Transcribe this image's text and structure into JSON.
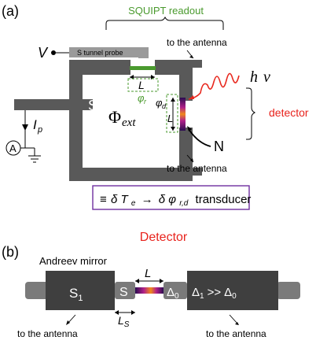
{
  "colors": {
    "squipt_green": "#4a9a2e",
    "detector_red": "#e8231d",
    "photon_red": "#e8281e",
    "transducer_box": "#6f2f9f",
    "superconductor_gray": "#595959",
    "lead_gray": "#7a7a7a",
    "probe_gray": "#9a9a9a"
  },
  "panel_a": {
    "tag": "(a)",
    "squipt_readout": "SQUIPT readout",
    "voltage_label": "V",
    "probe_label": "S tunnel probe",
    "antenna_top": "to the antenna",
    "antenna_bottom": "to the antenna",
    "photon_h": "h",
    "photon_nu": "ν",
    "detector_label": "detector",
    "s_label": "S",
    "flux_symbol": "Φ",
    "flux_sub": "ext",
    "length_r": "L",
    "phase_r": "φ",
    "phase_r_sub": "r",
    "phase_d": "φ",
    "phase_d_sub": "d",
    "length_d": "L",
    "n_label": "N",
    "current_label": "I",
    "current_sub": "p",
    "ammeter_label": "A",
    "transducer": {
      "equiv": "≡",
      "delta1": "δ",
      "T": "T",
      "T_sub": "e",
      "arrow": "→",
      "delta2": "δ",
      "phi": "φ",
      "phi_sub": "r,d",
      "word": "transducer"
    }
  },
  "panel_b": {
    "tag": "(b)",
    "title": "Detector",
    "andreev": "Andreev mirror",
    "s1": "S",
    "s1_sub": "1",
    "s_label": "S",
    "length": "L",
    "ls": "L",
    "ls_sub": "S",
    "delta0": "Δ",
    "delta0_sub": "0",
    "delta1": "Δ",
    "delta1_sub": "1",
    "gg": ">>",
    "delta0b": "Δ",
    "delta0b_sub": "0",
    "antenna_left": "to the antenna",
    "antenna_right": "to the antenna"
  }
}
